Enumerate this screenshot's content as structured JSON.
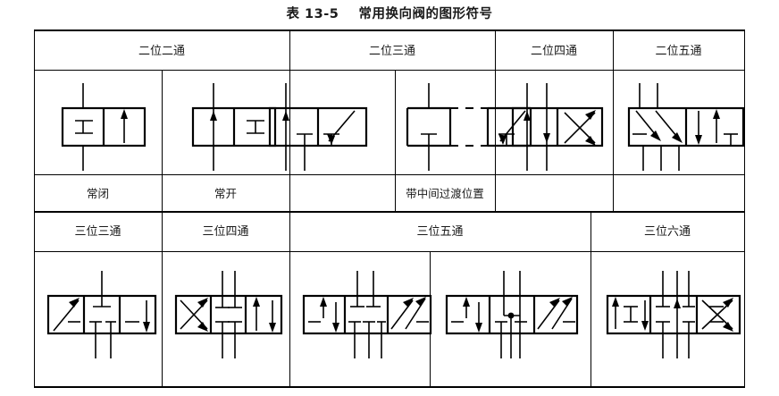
{
  "title": "表 13-5    常用换向阀的图形符号",
  "table": {
    "row1": {
      "headers": [
        {
          "label": "二位二通",
          "span_cols": 2
        },
        {
          "label": "二位三通",
          "span_cols": 2
        },
        {
          "label": "二位四通",
          "span_cols": 1
        },
        {
          "label": "二位五通",
          "span_cols": 1
        }
      ],
      "captions": [
        {
          "label": "常闭"
        },
        {
          "label": "常开"
        },
        {
          "label": ""
        },
        {
          "label": "带中间过渡位置"
        }
      ]
    },
    "row2": {
      "headers": [
        {
          "label": "三位三通",
          "span_cols": 1
        },
        {
          "label": "三位四通",
          "span_cols": 1
        },
        {
          "label": "三位五通",
          "span_cols": 2
        },
        {
          "label": "三位六通",
          "span_cols": 1
        }
      ]
    }
  },
  "symbols": {
    "two_pos_two_way_nc": "2-position 2-way normally closed valve symbol",
    "two_pos_two_way_no": "2-position 2-way normally open valve symbol",
    "two_pos_three_way": "2-position 3-way valve symbol",
    "two_pos_three_way_transition": "2-position 3-way valve with intermediate transition position",
    "two_pos_four_way": "2-position 4-way valve symbol",
    "two_pos_five_way": "2-position 5-way valve symbol",
    "three_pos_three_way": "3-position 3-way valve symbol",
    "three_pos_four_way": "3-position 4-way valve symbol",
    "three_pos_five_way_a": "3-position 5-way valve symbol variant A",
    "three_pos_five_way_b": "3-position 5-way valve symbol variant B",
    "three_pos_six_way": "3-position 6-way valve symbol"
  },
  "colors": {
    "line": "#000000",
    "background": "#ffffff",
    "text": "#1a1a1a"
  }
}
